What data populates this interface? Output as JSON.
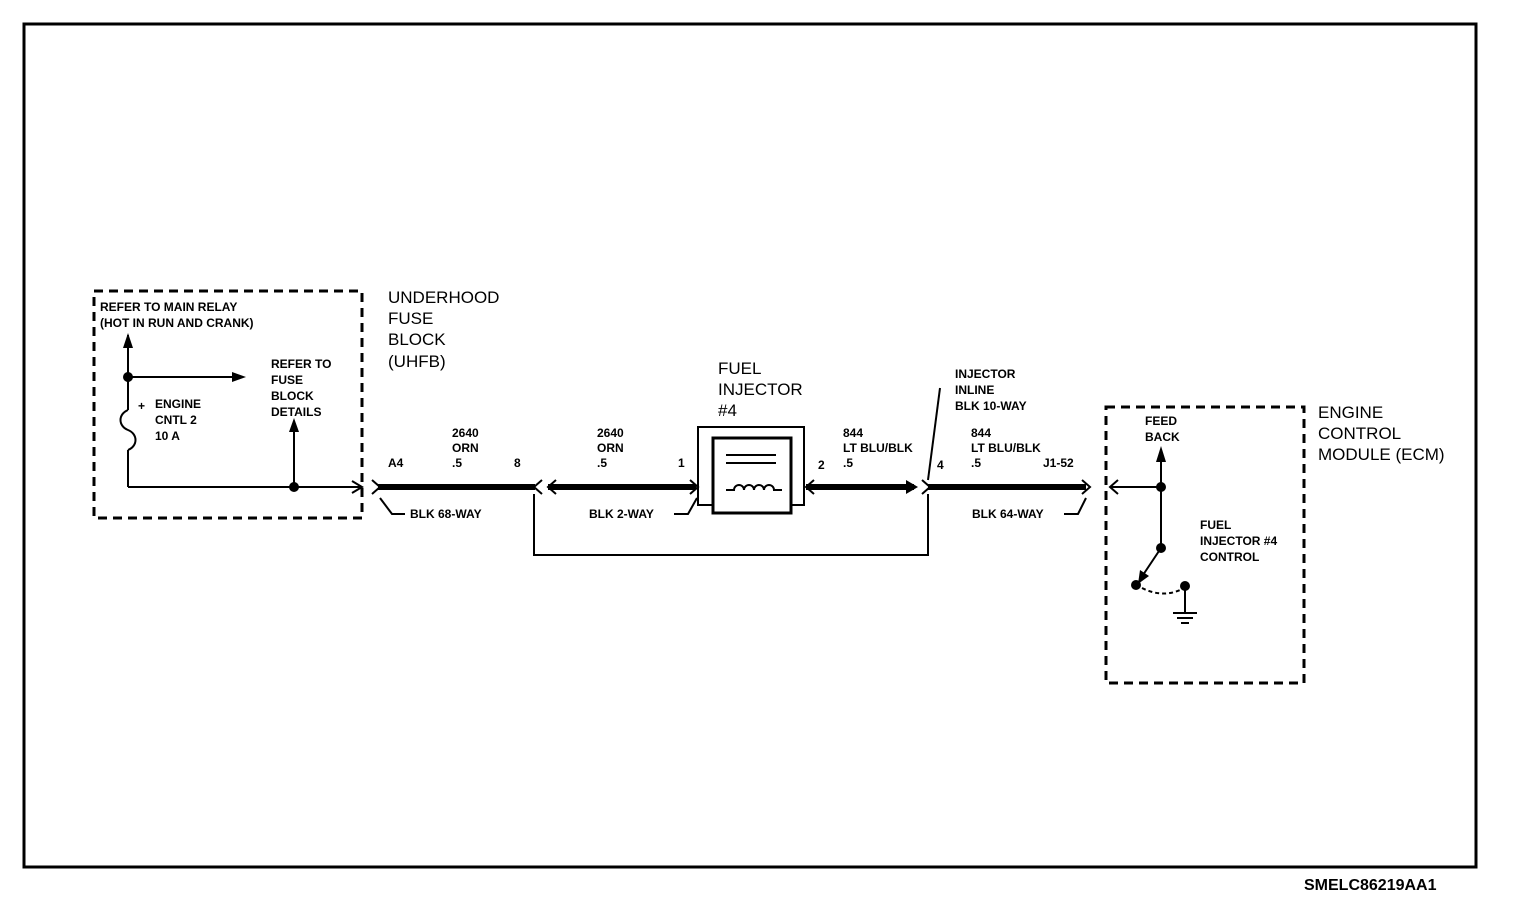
{
  "drawing_code": "SMELC86219AA1",
  "fuse_block_box": {
    "relay_line1": "REFER TO MAIN RELAY",
    "relay_line2": "(HOT IN RUN AND CRANK)",
    "fuse_label": [
      "ENGINE",
      "CNTL 2",
      "10 A"
    ],
    "fuse_details": [
      "REFER TO",
      "FUSE",
      "BLOCK",
      "DETAILS"
    ]
  },
  "uhfb_title": [
    "UNDERHOOD",
    "FUSE",
    "BLOCK",
    "(UHFB)"
  ],
  "injector_title": [
    "FUEL",
    "INJECTOR",
    "#4"
  ],
  "ecm_title": [
    "ENGINE",
    "CONTROL",
    "MODULE (ECM)"
  ],
  "inline_connector_label": [
    "INJECTOR",
    "INLINE",
    "BLK 10-WAY"
  ],
  "segments": {
    "seg1": {
      "circuit": "2640",
      "color": "ORN",
      "gauge": ".5",
      "pin_left": "A4",
      "pin_right": "8",
      "connector": "BLK 68-WAY"
    },
    "seg2": {
      "circuit": "2640",
      "color": "ORN",
      "gauge": ".5",
      "pin_right": "1",
      "connector": "BLK 2-WAY"
    },
    "seg3": {
      "circuit": "844",
      "color": "LT BLU/BLK",
      "gauge": ".5",
      "pin_left": "2"
    },
    "seg4": {
      "circuit": "844",
      "color": "LT BLU/BLK",
      "gauge": ".5",
      "pin_left": "4",
      "pin_right": "J1-52",
      "connector": "BLK 64-WAY"
    }
  },
  "ecm_box": {
    "feedback": [
      "FEED",
      "BACK"
    ],
    "control": [
      "FUEL",
      "INJECTOR #4",
      "CONTROL"
    ]
  }
}
